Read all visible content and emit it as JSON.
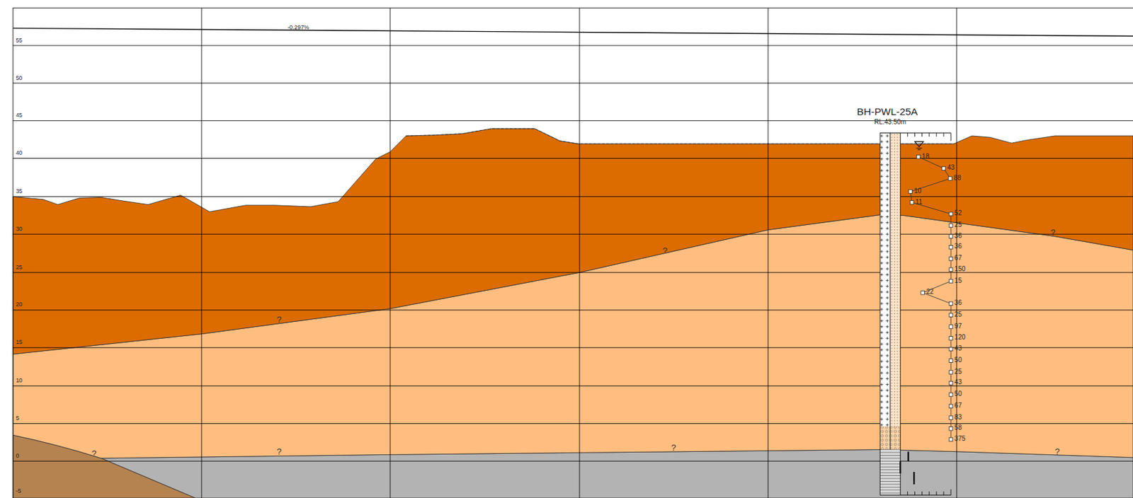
{
  "diagram": {
    "labels": [
      "-0.297%",
      "55",
      "50",
      "45",
      "40",
      "35",
      "30",
      "25",
      "20",
      "15",
      "10",
      "5",
      "0",
      "-5",
      "BH-PWL-25A",
      "RL.43.50m",
      "18",
      "43",
      "88",
      "10",
      "11",
      "52",
      "25",
      "36",
      "36",
      "67",
      "150",
      "15",
      "22",
      "36",
      "25",
      "97",
      "120",
      "43",
      "50",
      "25",
      "43",
      "50",
      "67",
      "83",
      "58",
      "375",
      "?",
      "?",
      "?",
      "?",
      "?",
      "?",
      "?"
    ]
  }
}
